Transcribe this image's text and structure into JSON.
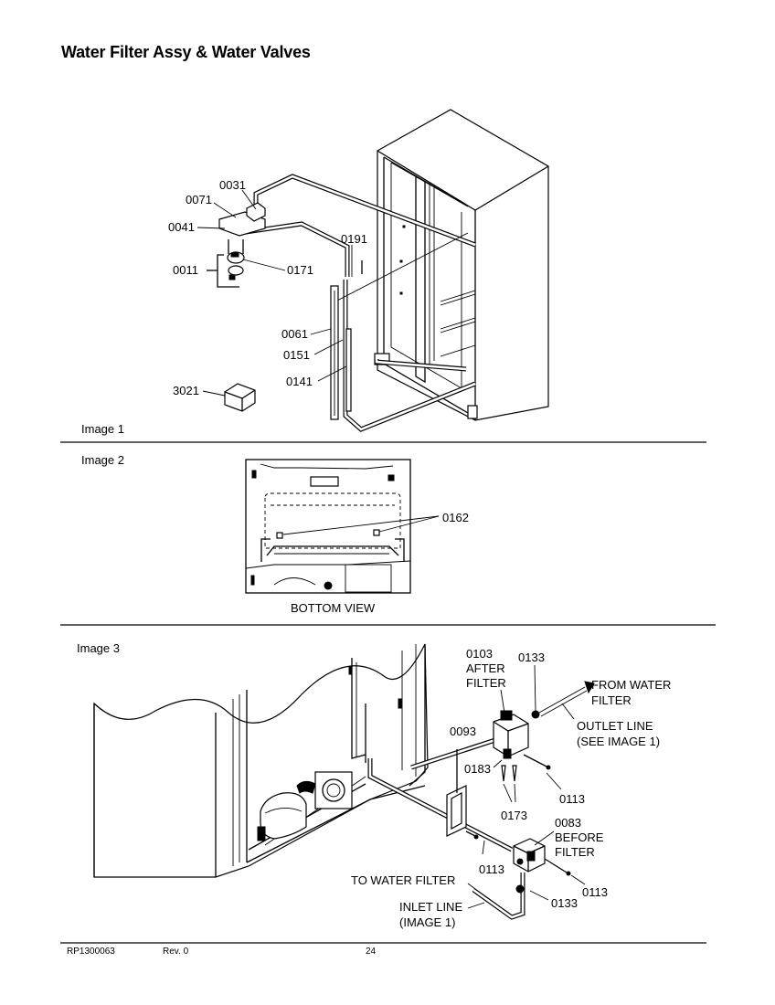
{
  "title": "Water Filter Assy & Water Valves",
  "image1": {
    "caption": "Image 1",
    "parts": [
      "0031",
      "0071",
      "0041",
      "0011",
      "0171",
      "0191",
      "0061",
      "0151",
      "0141",
      "3021"
    ]
  },
  "image2": {
    "caption": "Image 2",
    "part": "0162",
    "view_label": "BOTTOM VIEW"
  },
  "image3": {
    "caption": "Image 3",
    "after_filter": {
      "part": "0103",
      "line1": "AFTER",
      "line2": "FILTER"
    },
    "part_0133_top": "0133",
    "from_water_filter": {
      "line1": "FROM WATER",
      "line2": "FILTER"
    },
    "outlet_line": {
      "line1": "OUTLET LINE",
      "line2": "(SEE IMAGE 1)"
    },
    "part_0093": "0093",
    "part_0183": "0183",
    "part_0113_a": "0113",
    "part_0173": "0173",
    "before_filter": {
      "part": "0083",
      "line1": "BEFORE",
      "line2": "FILTER"
    },
    "part_0113_b": "0113",
    "to_water_filter": "TO WATER FILTER",
    "part_0113_c": "0113",
    "part_0133_bottom": "0133",
    "inlet_line": {
      "line1": "INLET LINE",
      "line2": "(IMAGE 1)"
    }
  },
  "footer": {
    "doc_number": "RP1300063",
    "revision": "Rev. 0",
    "page": "24"
  }
}
